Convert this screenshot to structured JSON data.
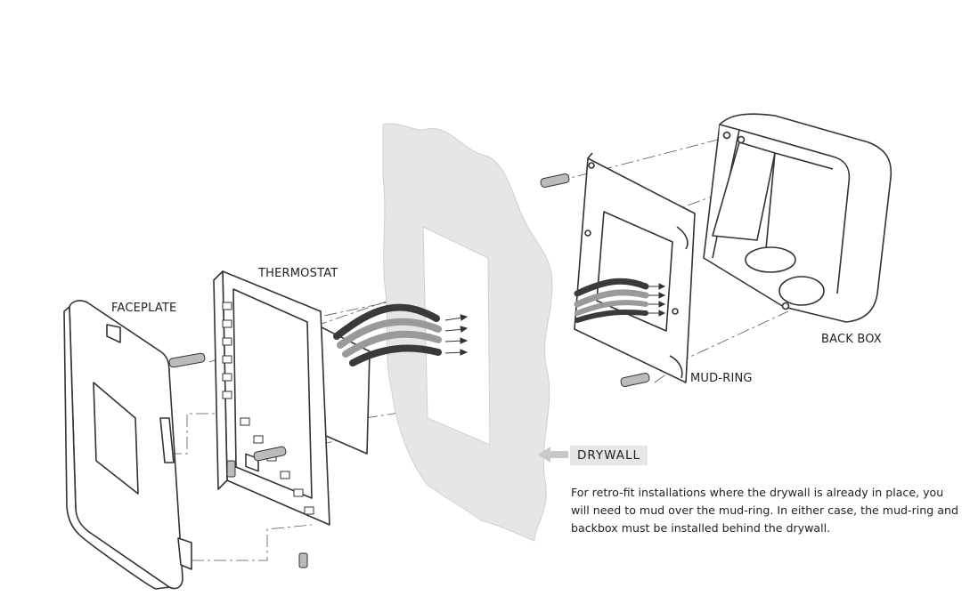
{
  "labels": {
    "faceplate": "FACEPLATE",
    "thermostat": "THERMOSTAT",
    "back_box": "BACK BOX",
    "mud_ring": "MUD-RING",
    "drywall": "DRYWALL"
  },
  "note": "For retro-fit installations where the drywall is already in place, you will need to mud over the mud-ring. In either case, the mud-ring and backbox must be installed behind the drywall.",
  "colors": {
    "line": "#333333",
    "drywall": "#e6e6e6",
    "wire_dark": "#3a3a3a",
    "wire_light": "#9a9a9a"
  }
}
